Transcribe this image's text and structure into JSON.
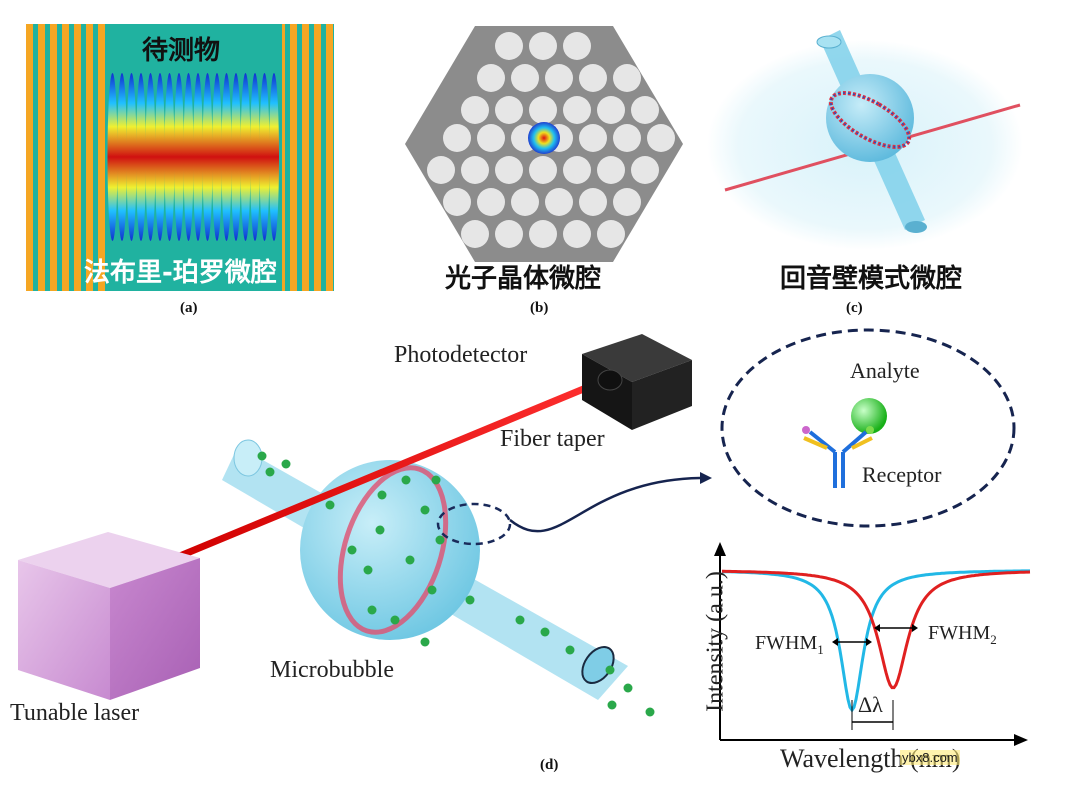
{
  "panel_a": {
    "label": "(a)",
    "top_text": "待测物",
    "bottom_text": "法布里-珀罗微腔"
  },
  "panel_b": {
    "label": "(b)",
    "caption": "光子晶体微腔"
  },
  "panel_c": {
    "label": "(c)",
    "caption": "回音壁模式微腔"
  },
  "panel_d": {
    "label": "(d)",
    "photodetector": "Photodetector",
    "fiber_taper": "Fiber taper",
    "microbubble": "Microbubble",
    "tunable_laser": "Tunable laser",
    "analyte": "Analyte",
    "receptor": "Receptor"
  },
  "spectrum": {
    "ylabel": "Intensity (a.u.)",
    "xlabel": "Wavelength (nm)",
    "fwhm1": "FWHM",
    "fwhm1_sub": "1",
    "fwhm2": "FWHM",
    "fwhm2_sub": "2",
    "delta": "Δλ"
  },
  "watermark": "ybx8.com",
  "colors": {
    "fp_teal": "#20b2a0",
    "fp_orange": "#f5a623",
    "laser_red": "#e01010",
    "curve_blue": "#22b8e6",
    "curve_red": "#e02020",
    "bubble_cyan": "#8fd8ec",
    "laser_box": "#d48fce",
    "analyte_green": "#22cc22"
  }
}
